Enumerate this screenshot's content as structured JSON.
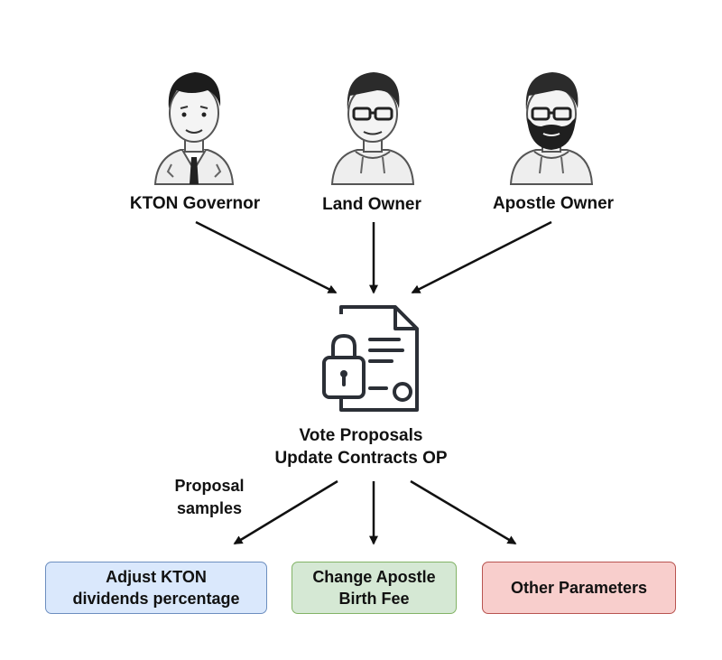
{
  "roles": [
    {
      "label": "KTON Governor"
    },
    {
      "label": "Land Owner"
    },
    {
      "label": "Apostle Owner"
    }
  ],
  "center": {
    "line1": "Vote Proposals",
    "line2": "Update Contracts OP",
    "icon": "locked-document-icon"
  },
  "samples_note": {
    "line1": "Proposal",
    "line2": "samples"
  },
  "outcomes": [
    {
      "line1": "Adjust KTON",
      "line2": "dividends percentage",
      "bg": "#dae8fc",
      "border": "#6c8ebf"
    },
    {
      "line1": "Change Apostle",
      "line2": "Birth Fee",
      "bg": "#d5e8d4",
      "border": "#82b366"
    },
    {
      "line1": "Other Parameters",
      "line2": "",
      "bg": "#f8cecc",
      "border": "#b85450"
    }
  ],
  "colors": {
    "ink": "#111111",
    "icon_stroke": "#2b2f36",
    "shirt": "#eaeaea",
    "skin": "#f4f4f4"
  }
}
